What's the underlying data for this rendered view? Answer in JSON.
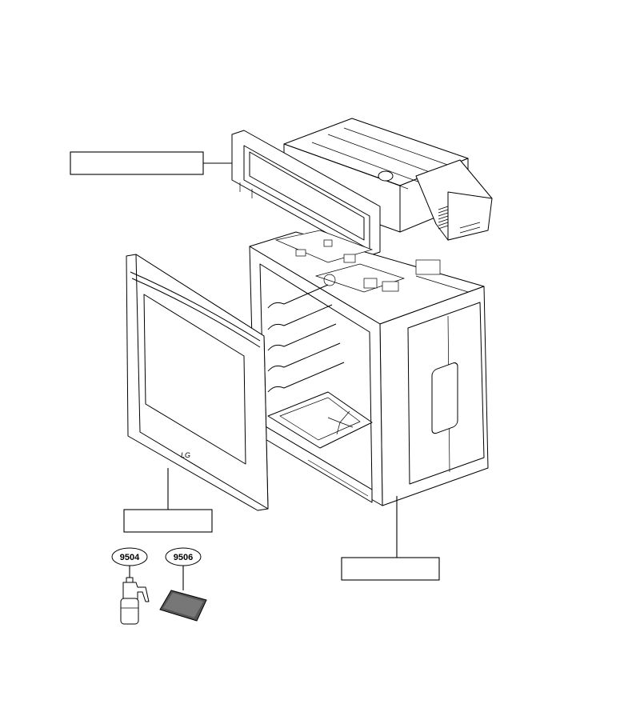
{
  "labels": {
    "part_9504": "9504",
    "part_9506": "9506",
    "door_logo": "LG"
  },
  "callouts": {
    "control_panel": "",
    "door": "",
    "oven_cavity": ""
  }
}
